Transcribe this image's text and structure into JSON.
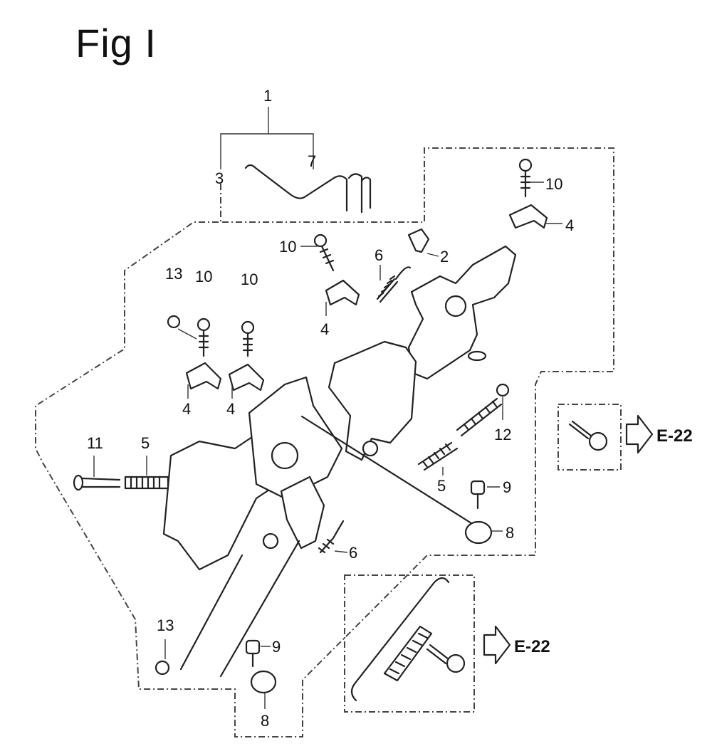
{
  "figure": {
    "title": "Fig I"
  },
  "callouts": {
    "c1": "1",
    "c3": "3",
    "c7": "7",
    "c10a": "10",
    "c4a": "4",
    "c10b": "10",
    "c6a": "6",
    "c2": "2",
    "c4b": "4",
    "c13a": "13",
    "c10c": "10",
    "c10d": "10",
    "c4c": "4",
    "c4d": "4",
    "c11": "11",
    "c5a": "5",
    "c12": "12",
    "c5b": "5",
    "c9a": "9",
    "c8a": "8",
    "c6b": "6",
    "c13b": "13",
    "c9b": "9",
    "c8b": "8"
  },
  "references": {
    "ref_top": "E-22",
    "ref_bottom": "E-22"
  }
}
